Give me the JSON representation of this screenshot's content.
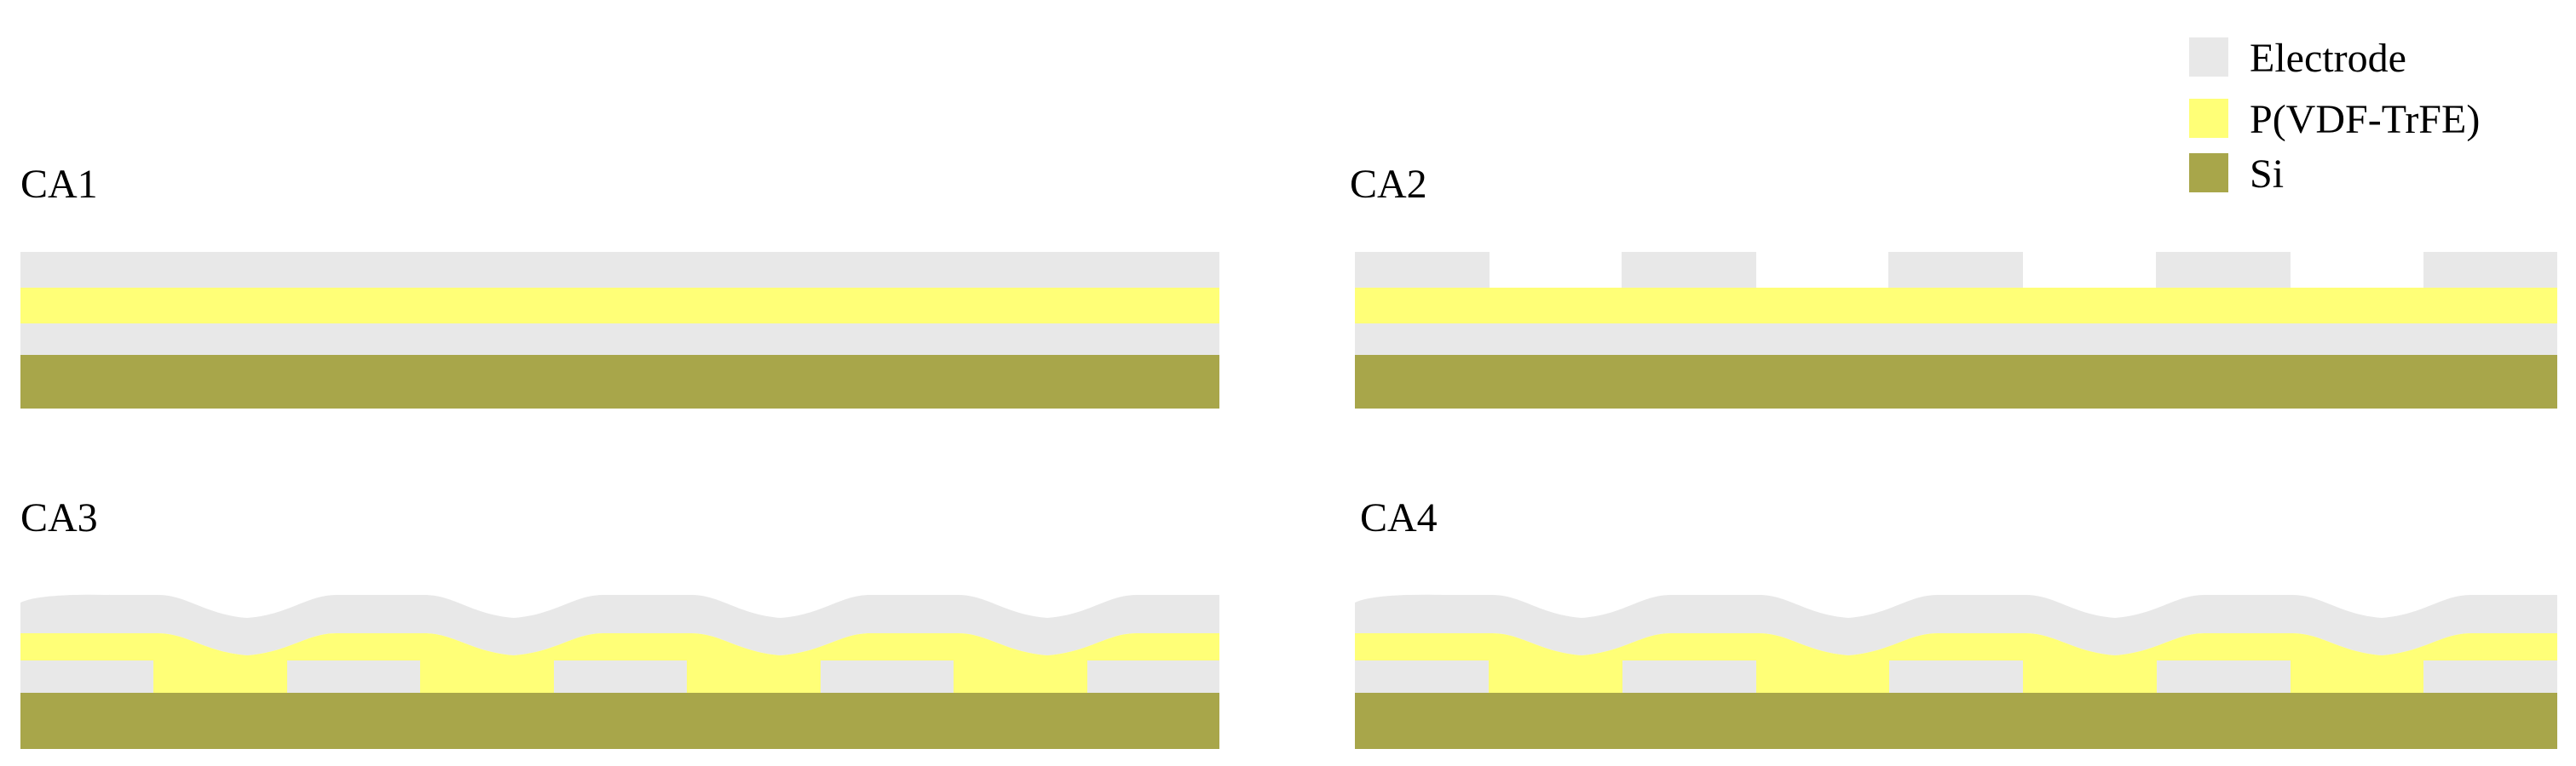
{
  "colors": {
    "electrode": "#e8e8e8",
    "pvdf": "#ffff77",
    "si": "#a8a64a",
    "background": "#ffffff"
  },
  "legend": {
    "items": [
      {
        "key": "electrode",
        "label": "Electrode"
      },
      {
        "key": "pvdf",
        "label": "P(VDF-TrFE)"
      },
      {
        "key": "si",
        "label": "Si"
      }
    ]
  },
  "panels": [
    {
      "id": "ca1",
      "label": "CA1"
    },
    {
      "id": "ca2",
      "label": "CA2"
    },
    {
      "id": "ca3",
      "label": "CA3"
    },
    {
      "id": "ca4",
      "label": "CA4"
    }
  ]
}
